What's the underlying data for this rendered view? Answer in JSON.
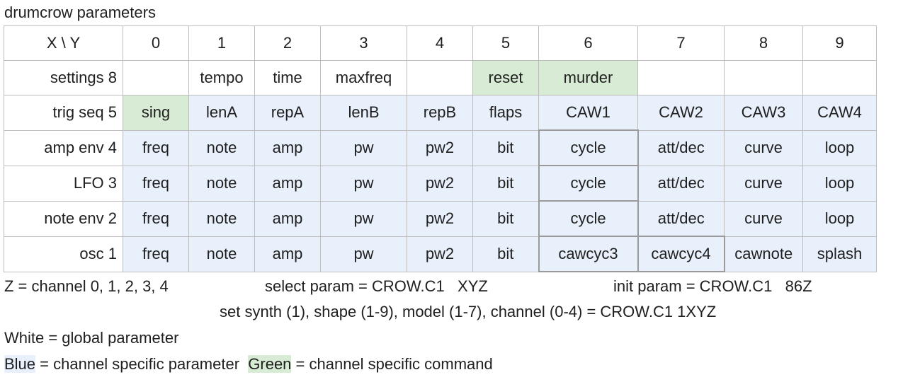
{
  "title": "drumcrow parameters",
  "colors": {
    "blue": "#e8f0fb",
    "green": "#d8ecd5",
    "border": "#bdbdbd"
  },
  "header": [
    "X \\ Y",
    "0",
    "1",
    "2",
    "3",
    "4",
    "5",
    "6",
    "7",
    "8",
    "9"
  ],
  "rows": [
    {
      "label": "settings  8",
      "cells": [
        "",
        "tempo",
        "time",
        "maxfreq",
        "",
        "reset",
        "murder",
        "",
        "",
        ""
      ],
      "colors": [
        "w",
        "w",
        "w",
        "w",
        "w",
        "g",
        "g",
        "w",
        "w",
        "w"
      ]
    },
    {
      "label": "trig seq  5",
      "cells": [
        "sing",
        "lenA",
        "repA",
        "lenB",
        "repB",
        "flaps",
        "CAW1",
        "CAW2",
        "CAW3",
        "CAW4"
      ],
      "colors": [
        "g",
        "b",
        "b",
        "b",
        "b",
        "b",
        "b",
        "b",
        "b",
        "b"
      ]
    },
    {
      "label": "amp env  4",
      "cells": [
        "freq",
        "note",
        "amp",
        "pw",
        "pw2",
        "bit",
        "cycle",
        "att/dec",
        "curve",
        "loop"
      ],
      "colors": [
        "b",
        "b",
        "b",
        "b",
        "b",
        "b",
        "b",
        "b",
        "b",
        "b"
      ]
    },
    {
      "label": "LFO  3",
      "cells": [
        "freq",
        "note",
        "amp",
        "pw",
        "pw2",
        "bit",
        "cycle",
        "att/dec",
        "curve",
        "loop"
      ],
      "colors": [
        "b",
        "b",
        "b",
        "b",
        "b",
        "b",
        "b",
        "b",
        "b",
        "b"
      ]
    },
    {
      "label": "note env  2",
      "cells": [
        "freq",
        "note",
        "amp",
        "pw",
        "pw2",
        "bit",
        "cycle",
        "att/dec",
        "curve",
        "loop"
      ],
      "colors": [
        "b",
        "b",
        "b",
        "b",
        "b",
        "b",
        "b",
        "b",
        "b",
        "b"
      ]
    },
    {
      "label": "osc  1",
      "cells": [
        "freq",
        "note",
        "amp",
        "pw",
        "pw2",
        "bit",
        "cawcyc3",
        "cawcyc4",
        "cawnote",
        "splash"
      ],
      "colors": [
        "b",
        "b",
        "b",
        "b",
        "b",
        "b",
        "b",
        "b",
        "b",
        "b"
      ]
    }
  ],
  "notes": {
    "line1a": "Z = channel 0, 1, 2, 3, 4",
    "line1b": "select param = CROW.C1   XYZ",
    "line1c": "init param = CROW.C1   86Z",
    "line2": "set synth (1), shape (1-9), model (1-7), channel (0-4) = CROW.C1 1XYZ",
    "line3": "White = global parameter",
    "line4_blue": "Blue",
    "line4_mid": " = channel specific parameter  ",
    "line4_green": "Green",
    "line4_end": " = channel specific command"
  }
}
